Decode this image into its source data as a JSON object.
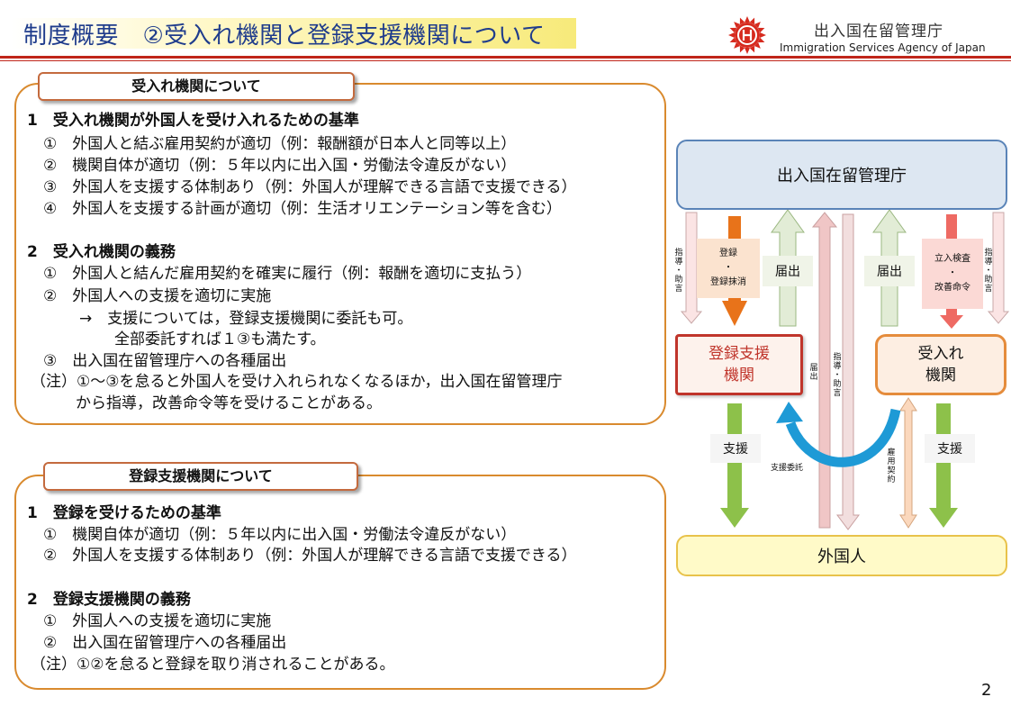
{
  "header": {
    "title": "制度概要　②受入れ機関と登録支援機関について",
    "agency_ja": "出入国在留管理庁",
    "agency_en": "Immigration Services Agency of Japan"
  },
  "panel1": {
    "tab": "受入れ機関について",
    "lines": [
      "1　受入れ機関が外国人を受け入れるための基準",
      "①　外国人と結ぶ雇用契約が適切（例：報酬額が日本人と同等以上）",
      "②　機関自体が適切（例：５年以内に出入国・労働法令違反がない）",
      "③　外国人を支援する体制あり（例：外国人が理解できる言語で支援できる）",
      "④　外国人を支援する計画が適切（例：生活オリエンテーション等を含む）",
      "2　受入れ機関の義務",
      "①　外国人と結んだ雇用契約を確実に履行（例：報酬を適切に支払う）",
      "②　外国人への支援を適切に実施",
      "→　支援については，登録支援機関に委託も可。",
      "全部委託すれば１③も満たす。",
      "③　出入国在留管理庁への各種届出",
      "（注）①～③を怠ると外国人を受け入れられなくなるほか，出入国在留管理庁",
      "から指導，改善命令等を受けることがある。"
    ]
  },
  "panel2": {
    "tab": "登録支援機関について",
    "lines": [
      "1　登録を受けるための基準",
      "①　機関自体が適切（例：５年以内に出入国・労働法令違反がない）",
      "②　外国人を支援する体制あり（例：外国人が理解できる言語で支援できる）",
      "2　登録支援機関の義務",
      "①　外国人への支援を適切に実施",
      "②　出入国在留管理庁への各種届出",
      "（注）①②を怠ると登録を取り消されることがある。"
    ]
  },
  "diagram": {
    "agency": "出入国在留管理庁",
    "registered_support": "登録支援\n機関",
    "host": "受入れ\n機関",
    "foreigner": "外国人",
    "reg_delete": "登録\n・\n登録抹消",
    "notify": "届出",
    "inspect": "立入検査\n・\n改善命令",
    "guidance": "指\n導\n・\n助\n言",
    "support": "支援",
    "delegation": "支援委託",
    "employment": "雇\n用\n契\n約",
    "notify_v": "届\n出",
    "guidance_v": "指\n導\n・\n助\n言"
  },
  "page_number": "2",
  "colors": {
    "title_blue": "#1f3c8c",
    "header_red": "#c0261a",
    "panel_orange": "#d98a2e",
    "green_arrow": "#8dc14a",
    "orange_arrow": "#e8731a",
    "red_arrow": "#ee6a63",
    "curve_blue": "#1e9ad6"
  }
}
